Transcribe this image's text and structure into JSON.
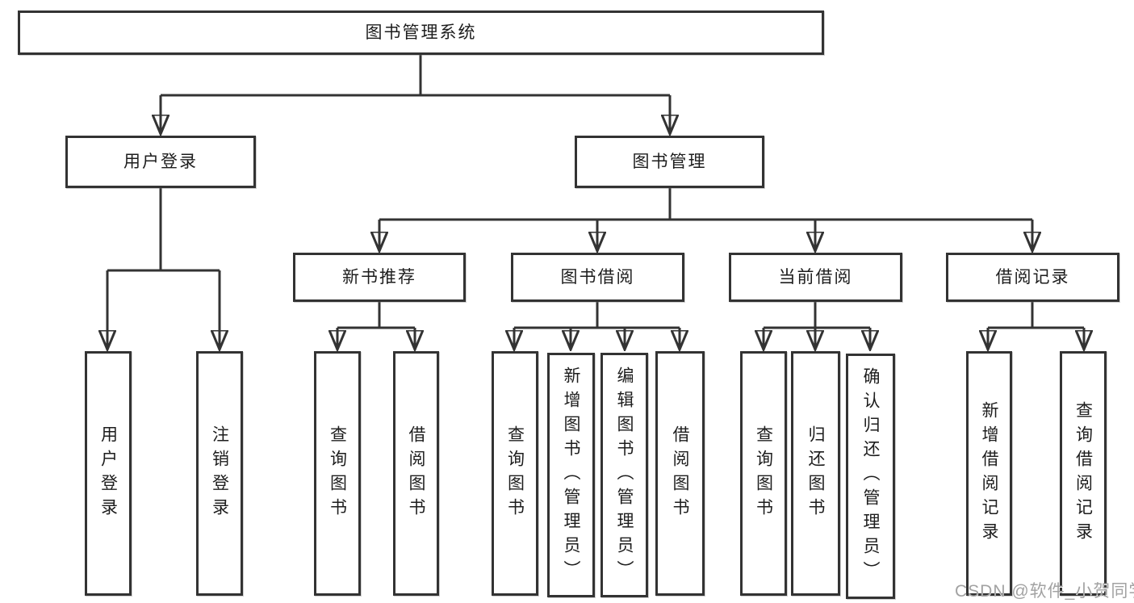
{
  "diagram": {
    "title_node": "root",
    "root": {
      "label": "图书管理系统"
    },
    "branches": [
      {
        "label": "用户登录",
        "children": [
          {
            "label": "用户登录"
          },
          {
            "label": "注销登录"
          }
        ]
      },
      {
        "label": "图书管理",
        "children": [
          {
            "label": "新书推荐",
            "children": [
              {
                "label": "查询图书"
              },
              {
                "label": "借阅图书"
              }
            ]
          },
          {
            "label": "图书借阅",
            "children": [
              {
                "label": "查询图书"
              },
              {
                "label": "新增图书（管理员）"
              },
              {
                "label": "编辑图书（管理员）"
              },
              {
                "label": "借阅图书"
              }
            ]
          },
          {
            "label": "当前借阅",
            "children": [
              {
                "label": "查询图书"
              },
              {
                "label": "归还图书"
              },
              {
                "label": "确认归还（管理员）"
              }
            ]
          },
          {
            "label": "借阅记录",
            "children": [
              {
                "label": "新增借阅记录"
              },
              {
                "label": "查询借阅记录"
              }
            ]
          }
        ]
      }
    ]
  },
  "watermark": {
    "text": "CSDN @软件_小贺同学"
  },
  "colors": {
    "line": "#333333",
    "text": "#1d1d1d",
    "background": "#ffffff",
    "watermark": "#a2a2a2"
  }
}
